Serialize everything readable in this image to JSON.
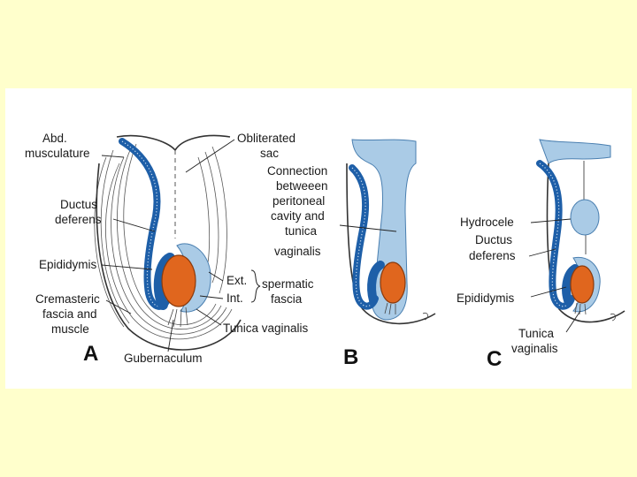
{
  "colors": {
    "slide_background": "#ffffcc",
    "panel_background": "#ffffff",
    "sac_blue": "#aacbe6",
    "duct_blue": "#1e5fa8",
    "testis_orange": "#e0661e"
  },
  "diagram_a": {
    "panel_letter": "A",
    "labels": {
      "abd_musculature_line1": "Abd.",
      "abd_musculature_line2": "musculature",
      "obliterated_sac_line1": "Obliterated",
      "obliterated_sac_line2": "sac",
      "ductus_deferens_line1": "Ductus",
      "ductus_deferens_line2": "deferens",
      "epididymis": "Epididymis",
      "cremasteric_line1": "Cremasteric",
      "cremasteric_line2": "fascia and",
      "cremasteric_line3": "muscle",
      "ext": "Ext.",
      "int": "Int.",
      "spermatic_line1": "spermatic",
      "spermatic_line2": "fascia",
      "tunica_vaginalis": "Tunica vaginalis",
      "gubernaculum": "Gubernaculum"
    }
  },
  "diagram_b": {
    "panel_letter": "B",
    "labels": {
      "connection_line1": "Connection",
      "connection_line2": "betweeen",
      "connection_line3": "peritoneal",
      "connection_line4": "cavity and",
      "connection_line5": "tunica",
      "connection_line6": "vaginalis"
    }
  },
  "diagram_c": {
    "panel_letter": "C",
    "labels": {
      "hydrocele": "Hydrocele",
      "ductus_deferens_line1": "Ductus",
      "ductus_deferens_line2": "deferens",
      "epididymis": "Epididymis",
      "tunica_line1": "Tunica",
      "tunica_line2": "vaginalis"
    }
  }
}
